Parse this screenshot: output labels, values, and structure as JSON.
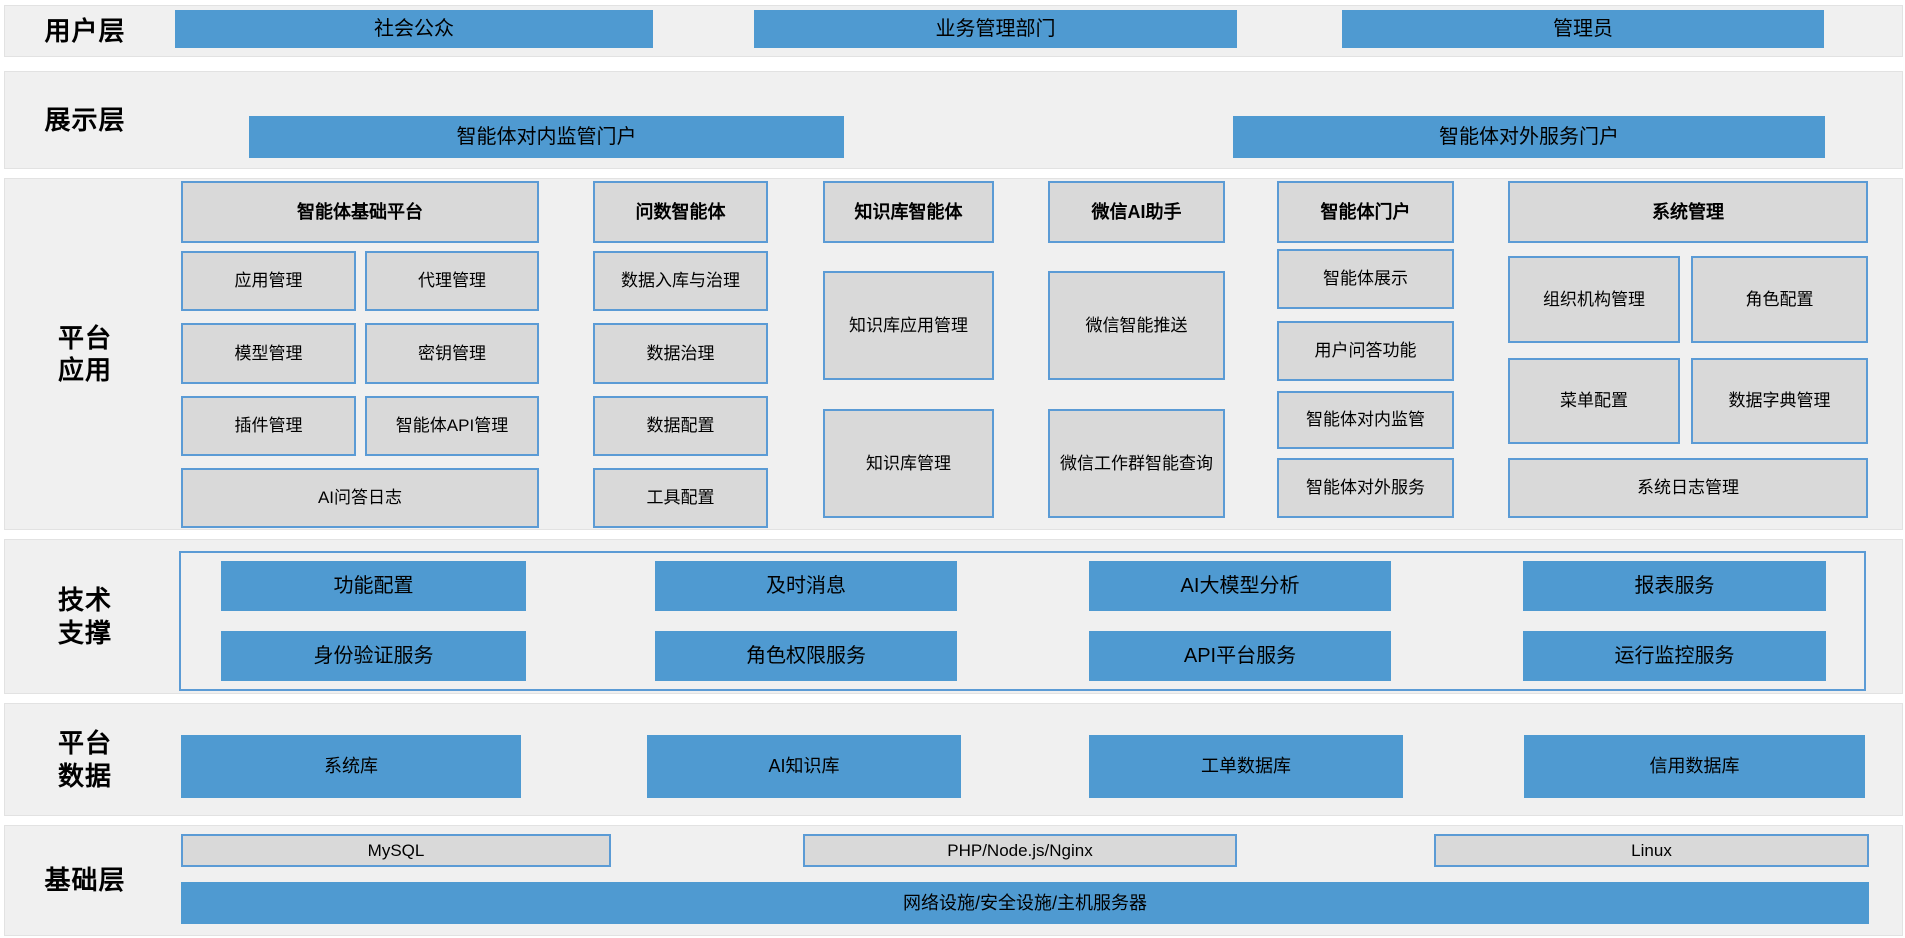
{
  "colors": {
    "bar_blue": "#4f9ad1",
    "box_gray": "#d9d9d9",
    "border_blue": "#5b9bd5",
    "band_background": "#f0f0f0"
  },
  "layers": {
    "user": {
      "label": "用户层",
      "items": [
        "社会公众",
        "业务管理部门",
        "管理员"
      ]
    },
    "display": {
      "label": "展示层",
      "items": [
        "智能体对内监管门户",
        "智能体对外服务门户"
      ]
    },
    "platform_app": {
      "label_lines": [
        "平台",
        "应用"
      ],
      "groups": [
        {
          "title": "智能体基础平台",
          "items": [
            "应用管理",
            "代理管理",
            "模型管理",
            "密钥管理",
            "插件管理",
            "智能体API管理",
            "AI问答日志"
          ]
        },
        {
          "title": "问数智能体",
          "items": [
            "数据入库与治理",
            "数据治理",
            "数据配置",
            "工具配置"
          ]
        },
        {
          "title": "知识库智能体",
          "items": [
            "知识库应用管理",
            "知识库管理"
          ]
        },
        {
          "title": "微信AI助手",
          "items": [
            "微信智能推送",
            "微信工作群智能查询"
          ]
        },
        {
          "title": "智能体门户",
          "items": [
            "智能体展示",
            "用户问答功能",
            "智能体对内监管",
            "智能体对外服务"
          ]
        },
        {
          "title": "系统管理",
          "items": [
            "组织机构管理",
            "角色配置",
            "菜单配置",
            "数据字典管理",
            "系统日志管理"
          ]
        }
      ]
    },
    "tech_support": {
      "label_lines": [
        "技术",
        "支撑"
      ],
      "rows": [
        [
          "功能配置",
          "及时消息",
          "AI大模型分析",
          "报表服务"
        ],
        [
          "身份验证服务",
          "角色权限服务",
          "API平台服务",
          "运行监控服务"
        ]
      ]
    },
    "platform_data": {
      "label_lines": [
        "平台",
        "数据"
      ],
      "items": [
        "系统库",
        "AI知识库",
        "工单数据库",
        "信用数据库"
      ]
    },
    "base": {
      "label": "基础层",
      "middleware": [
        "MySQL",
        "PHP/Node.js/Nginx",
        "Linux"
      ],
      "infrastructure": "网络设施/安全设施/主机服务器"
    }
  }
}
